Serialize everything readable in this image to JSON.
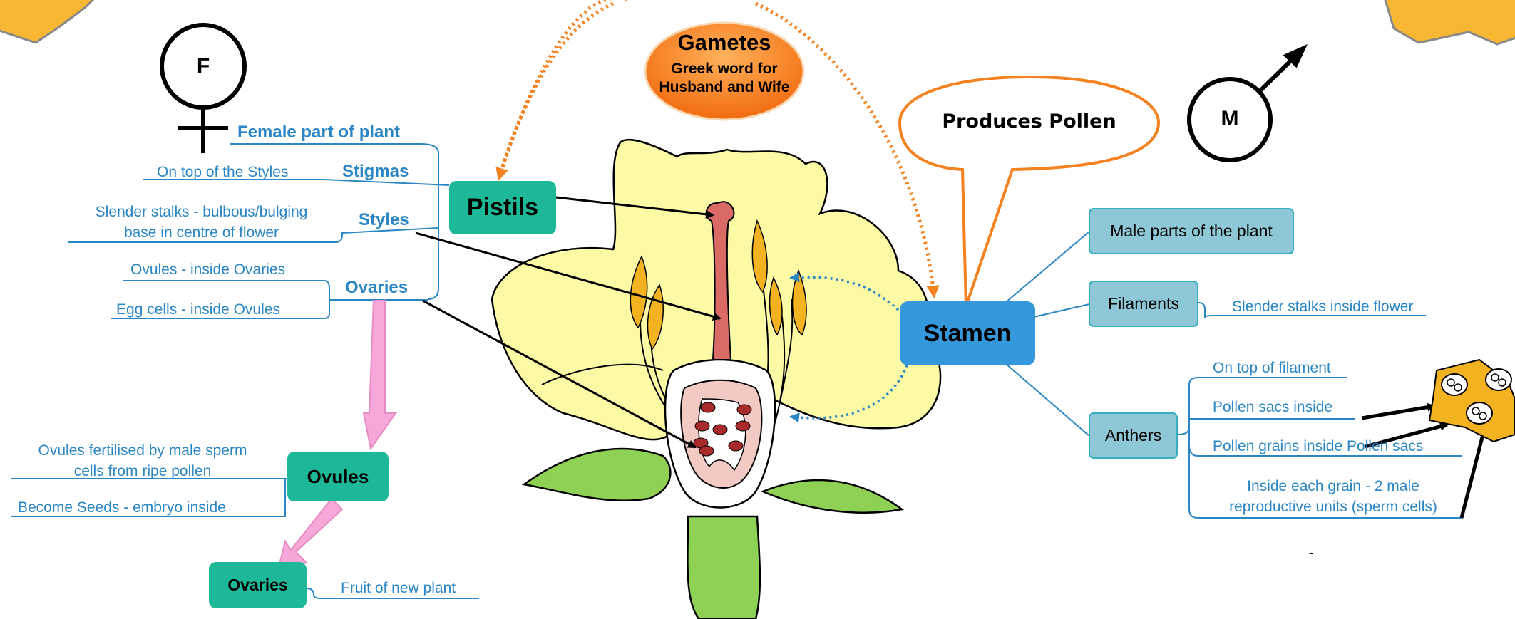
{
  "symbols": {
    "female": "F",
    "male": "M"
  },
  "gametes": {
    "title": "Gametes",
    "subtitle_line1": "Greek word for",
    "subtitle_line2": "Husband and Wife"
  },
  "speech_bubble": "Produces Pollen",
  "female": {
    "heading": "Female part of plant",
    "stigmas": {
      "label": "Stigmas",
      "note": "On top of the Styles"
    },
    "styles": {
      "label": "Styles",
      "note_line1": "Slender stalks - bulbous/bulging",
      "note_line2": "base in centre of flower"
    },
    "ovaries": {
      "label": "Ovaries",
      "note1": "Ovules - inside Ovaries",
      "note2": "Egg cells - inside Ovules"
    }
  },
  "pistils": "Pistils",
  "ovules_node": {
    "label": "Ovules",
    "note1_line1": "Ovules fertilised by male sperm",
    "note1_line2": "cells from ripe pollen",
    "note2": "Become Seeds - embryo inside"
  },
  "ovaries_node": {
    "label": "Ovaries",
    "note": "Fruit of new plant"
  },
  "stamen": "Stamen",
  "male": {
    "male_parts": "Male parts of the plant",
    "filaments": {
      "label": "Filaments",
      "note": "Slender stalks inside flower"
    },
    "anthers": {
      "label": "Anthers",
      "note1": "On top of filament",
      "note2": "Pollen sacs inside",
      "note3": "Pollen grains inside Pollen sacs",
      "note4_line1": "Inside each grain - 2 male",
      "note4_line2": "reproductive units (sperm cells)"
    }
  },
  "dash_mark": "-",
  "colors": {
    "green": "#1db898",
    "blue": "#3597dc",
    "teal": "#8ec7d6",
    "orange": "#f58220",
    "petal": "#fdfaa6",
    "leaf": "#8fd155",
    "line_blue": "#2a86c4",
    "pink_arrow": "#f7a8d8"
  }
}
